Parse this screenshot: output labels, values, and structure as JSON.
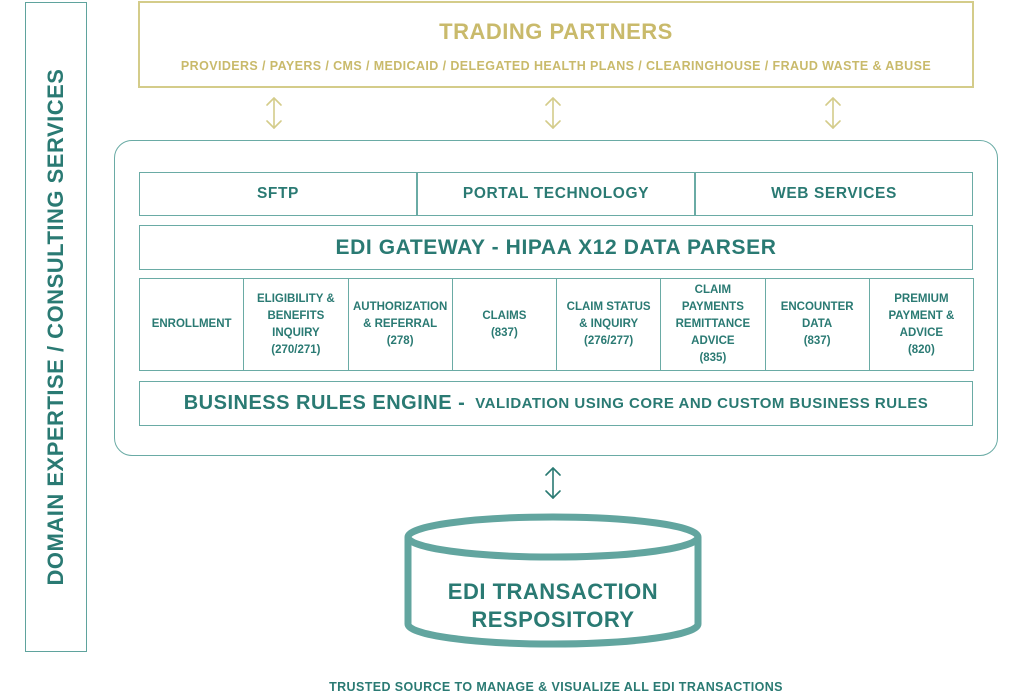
{
  "side_label": "DOMAIN EXPERTISE / CONSULTING SERVICES",
  "trading_partners": {
    "title": "TRADING PARTNERS",
    "subtitle": "PROVIDERS / PAYERS / CMS / MEDICAID / DELEGATED HEALTH PLANS / CLEARINGHOUSE / FRAUD WASTE & ABUSE"
  },
  "channels": [
    "SFTP",
    "PORTAL TECHNOLOGY",
    "WEB SERVICES"
  ],
  "gateway": "EDI GATEWAY - HIPAA X12 DATA PARSER",
  "transactions": [
    {
      "lines": [
        "ENROLLMENT"
      ]
    },
    {
      "lines": [
        "ELIGIBILITY &",
        "BENEFITS",
        "INQUIRY",
        "(270/271)"
      ]
    },
    {
      "lines": [
        "AUTHORIZATION",
        "& REFERRAL",
        "(278)"
      ]
    },
    {
      "lines": [
        "CLAIMS",
        "(837)"
      ]
    },
    {
      "lines": [
        "CLAIM STATUS",
        "& INQUIRY",
        "(276/277)"
      ]
    },
    {
      "lines": [
        "CLAIM PAYMENTS",
        "REMITTANCE",
        "ADVICE",
        "(835)"
      ]
    },
    {
      "lines": [
        "ENCOUNTER",
        "DATA",
        "(837)"
      ]
    },
    {
      "lines": [
        "PREMIUM",
        "PAYMENT &",
        "ADVICE",
        "(820)"
      ]
    }
  ],
  "rules_engine": {
    "title": "BUSINESS RULES ENGINE -",
    "subtitle": "VALIDATION USING CORE AND CUSTOM BUSINESS RULES"
  },
  "repository": {
    "line1": "EDI TRANSACTION",
    "line2": "RESPOSITORY"
  },
  "footer": "TRUSTED SOURCE TO MANAGE & VISUALIZE ALL EDI TRANSACTIONS",
  "colors": {
    "teal": "#2a7a73",
    "teal_border": "#6aaba5",
    "db_stroke": "#62a59f",
    "gold": "#c9ba6b",
    "gold_border": "#d4cc8a"
  }
}
